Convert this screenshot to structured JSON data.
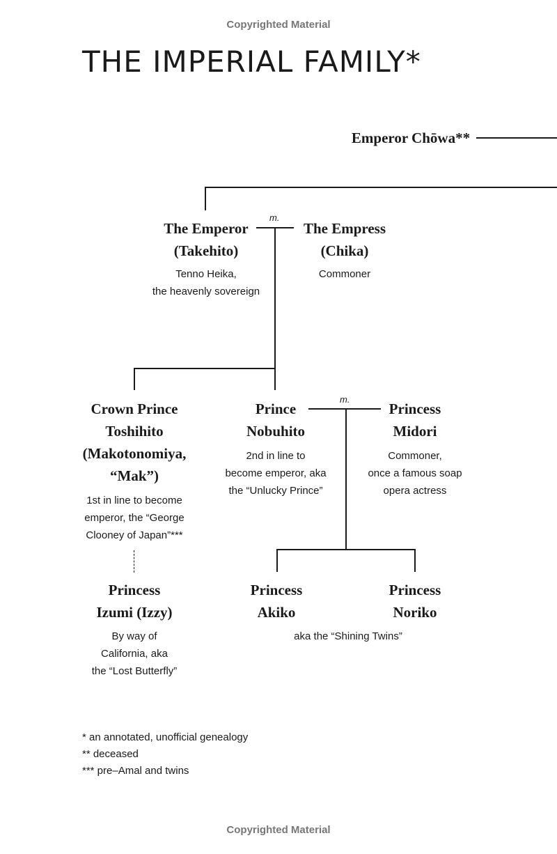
{
  "copyright": {
    "top": "Copyrighted Material",
    "bottom": "Copyrighted Material"
  },
  "title": "THE IMPERIAL FAMILY*",
  "marriage_label": "m.",
  "members": {
    "emperor_chowa": {
      "name": "Emperor Chōwa**"
    },
    "emperor": {
      "name": "The Emperor",
      "given_name": "(Takehito)",
      "note": [
        "Tenno Heika,",
        "the heavenly sovereign"
      ]
    },
    "empress": {
      "name": "The Empress",
      "given_name": "(Chika)",
      "note": [
        "Commoner"
      ]
    },
    "crown_prince": {
      "name": [
        "Crown Prince",
        "Toshihito",
        "(Makotonomiya,",
        "“Mak”)"
      ],
      "note": [
        "1st in line to become",
        "emperor, the “George",
        "Clooney of Japan”***"
      ]
    },
    "prince_nobuhito": {
      "name": [
        "Prince",
        "Nobuhito"
      ],
      "note": [
        "2nd in line to",
        "become emperor, aka",
        "the “Unlucky Prince”"
      ]
    },
    "princess_midori": {
      "name": [
        "Princess",
        "Midori"
      ],
      "note": [
        "Commoner,",
        "once a famous soap",
        "opera actress"
      ]
    },
    "princess_izumi": {
      "name": [
        "Princess",
        "Izumi (Izzy)"
      ],
      "note": [
        "By way of",
        "California, aka",
        "the “Lost Butterfly”"
      ]
    },
    "princess_akiko": {
      "name": [
        "Princess",
        "Akiko"
      ]
    },
    "princess_noriko": {
      "name": [
        "Princess",
        "Noriko"
      ]
    },
    "twins_note": "aka the “Shining Twins”"
  },
  "footnotes": [
    "* an annotated, unofficial genealogy",
    "** deceased",
    "*** pre–Amal and twins"
  ]
}
